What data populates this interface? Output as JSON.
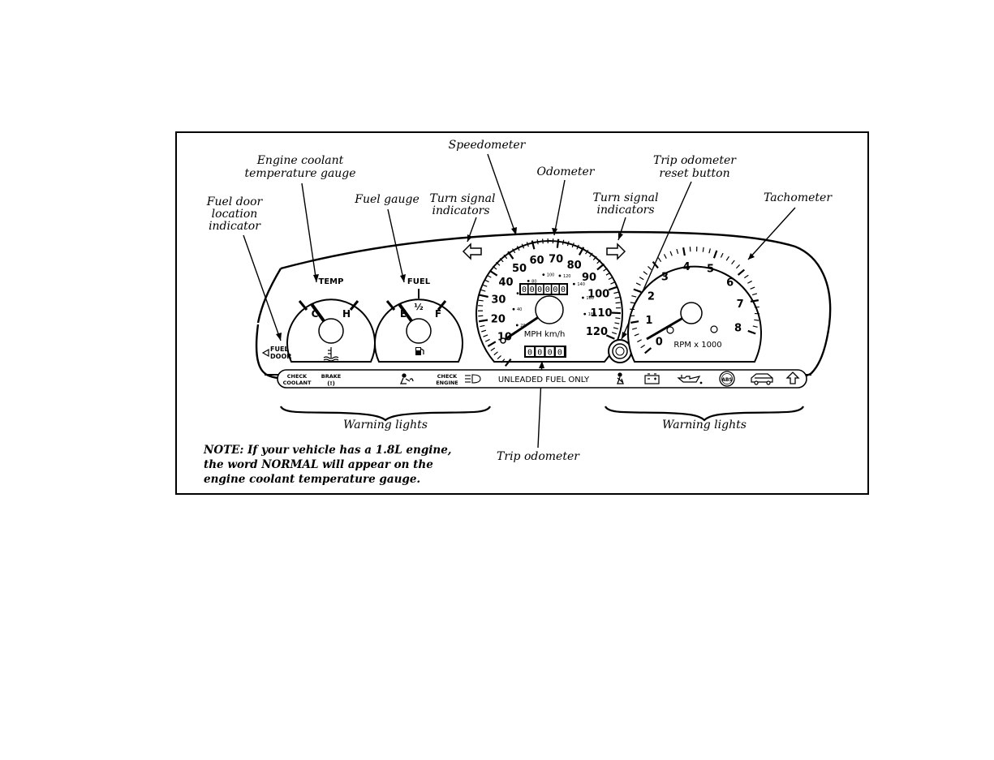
{
  "callouts": {
    "speedometer": "Speedometer",
    "coolant_gauge": [
      "Engine coolant",
      "temperature gauge"
    ],
    "odometer": "Odometer",
    "trip_reset": [
      "Trip odometer",
      "reset button"
    ],
    "fuel_door": [
      "Fuel door",
      "location",
      "indicator"
    ],
    "fuel_gauge": "Fuel gauge",
    "turn_left": [
      "Turn signal",
      "indicators"
    ],
    "turn_right": [
      "Turn signal",
      "indicators"
    ],
    "tachometer": "Tachometer",
    "warning_left": "Warning lights",
    "warning_right": "Warning lights",
    "trip_odometer": "Trip odometer"
  },
  "note": [
    "NOTE: If your vehicle has a 1.8L engine,",
    "the word NORMAL will appear on the",
    "engine coolant temperature gauge."
  ],
  "temp_gauge": {
    "title": "TEMP",
    "cold": "C",
    "hot": "H",
    "needle_level": 0.1
  },
  "fuel_gauge": {
    "title": "FUEL",
    "empty": "E",
    "half": "½",
    "full": "F",
    "needle_level": 0.1
  },
  "fuel_door": [
    "FUEL",
    "DOOR"
  ],
  "speedometer": {
    "mph_labels": [
      "10",
      "20",
      "30",
      "40",
      "50",
      "60",
      "70",
      "80",
      "90",
      "100",
      "110",
      "120"
    ],
    "kmh_labels": [
      "20",
      "40",
      "60",
      "80",
      "100",
      "120",
      "140",
      "160",
      "180"
    ],
    "units": "MPH km/h",
    "odometer": [
      "0",
      "0",
      "0",
      "0",
      "0",
      "0"
    ],
    "trip": [
      "0",
      "0",
      "0",
      "0"
    ]
  },
  "tachometer": {
    "labels": [
      "0",
      "1",
      "2",
      "3",
      "4",
      "5",
      "6",
      "7",
      "8"
    ],
    "units": "RPM x 1000"
  },
  "warning_strip": {
    "check_coolant": [
      "CHECK",
      "COOLANT"
    ],
    "brake": "BRAKE",
    "brake_icon": "(!)",
    "check_engine": [
      "CHECK",
      "ENGINE"
    ],
    "unleaded": "UNLEADED FUEL ONLY",
    "icons": [
      "seatbelt-icon",
      "battery-icon",
      "oil-can-icon",
      "abs-icon",
      "minivan-icon",
      "upshift-arrow-icon",
      "headlamp-icon",
      "airbag-icon"
    ],
    "abs": "ABS"
  }
}
